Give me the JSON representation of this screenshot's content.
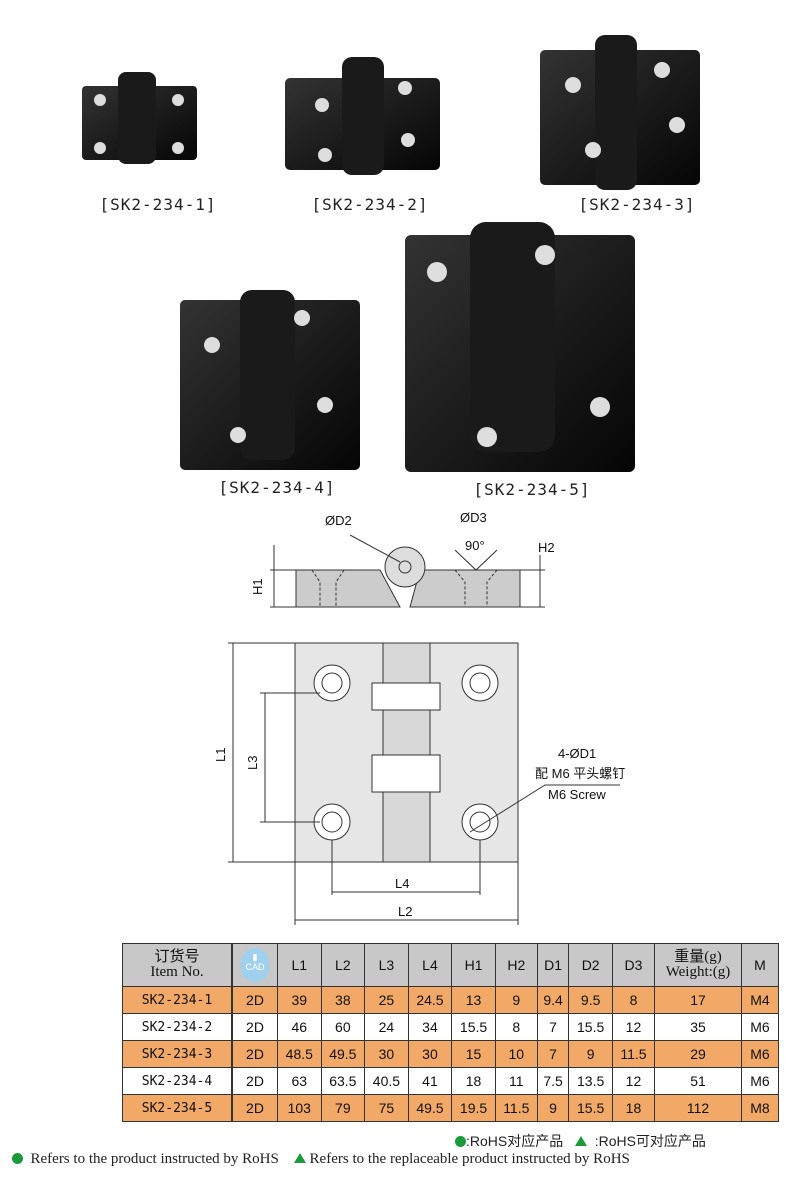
{
  "products": [
    {
      "label": "[SK2-234-1]"
    },
    {
      "label": "[SK2-234-2]"
    },
    {
      "label": "[SK2-234-3]"
    },
    {
      "label": "[SK2-234-4]"
    },
    {
      "label": "[SK2-234-5]"
    }
  ],
  "drawing": {
    "d2": "ØD2",
    "d3": "ØD3",
    "angle": "90°",
    "h2": "H2",
    "h1": "H1",
    "l1": "L1",
    "l2": "L2",
    "l3": "L3",
    "l4": "L4",
    "holes": "4-ØD1",
    "screw_cn": "配 M6 平头螺钉",
    "screw_en": "M6 Screw"
  },
  "table": {
    "header_cn": "订货号",
    "header_en": "Item No.",
    "cad_label": "CAD",
    "columns": [
      "L1",
      "L2",
      "L3",
      "L4",
      "H1",
      "H2",
      "D1",
      "D2",
      "D3"
    ],
    "weight_cn": "重量(g)",
    "weight_en": "Weight:(g)",
    "m": "M",
    "rows": [
      {
        "item": "SK2-234-1",
        "cad": "2D",
        "vals": [
          "39",
          "38",
          "25",
          "24.5",
          "13",
          "9",
          "9.4",
          "9.5",
          "8"
        ],
        "weight": "17",
        "m": "M4"
      },
      {
        "item": "SK2-234-2",
        "cad": "2D",
        "vals": [
          "46",
          "60",
          "24",
          "34",
          "15.5",
          "8",
          "7",
          "15.5",
          "12"
        ],
        "weight": "35",
        "m": "M6"
      },
      {
        "item": "SK2-234-3",
        "cad": "2D",
        "vals": [
          "48.5",
          "49.5",
          "30",
          "30",
          "15",
          "10",
          "7",
          "9",
          "11.5"
        ],
        "weight": "29",
        "m": "M6"
      },
      {
        "item": "SK2-234-4",
        "cad": "2D",
        "vals": [
          "63",
          "63.5",
          "40.5",
          "41",
          "18",
          "11",
          "7.5",
          "13.5",
          "12"
        ],
        "weight": "51",
        "m": "M6"
      },
      {
        "item": "SK2-234-5",
        "cad": "2D",
        "vals": [
          "103",
          "79",
          "75",
          "49.5",
          "19.5",
          "11.5",
          "9",
          "15.5",
          "18"
        ],
        "weight": "112",
        "m": "M8"
      }
    ]
  },
  "legend": {
    "rohs_cn": ":RoHS对应产品",
    "replaceable_cn": ":RoHS可对应产品",
    "rohs_en": "Refers to the product instructed by RoHS",
    "replaceable_en": "Refers to the replaceable product instructed by RoHS"
  },
  "colors": {
    "orange_row": "#f2a968",
    "header": "#c8c8c8",
    "rohs_green": "#1a9a3a"
  }
}
